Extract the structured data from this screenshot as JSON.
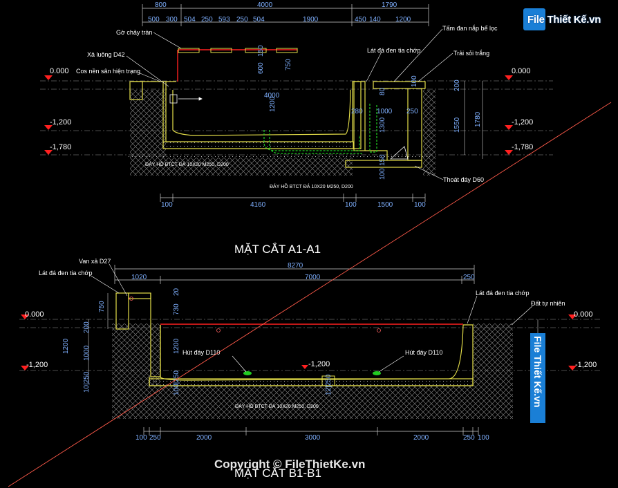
{
  "section_a": {
    "title": "MẶT CẮT A1-A1",
    "top_dims": {
      "d1": "800",
      "d2": "4000",
      "d3": "1790"
    },
    "second_dims": [
      "500",
      "300",
      "504",
      "250",
      "593",
      "250",
      "504",
      "1900",
      "450",
      "140",
      "1200"
    ],
    "levels": {
      "l0": "0.000",
      "l1": "-1,200",
      "l2": "-1,780",
      "r0": "0.000",
      "r1": "-1,200",
      "r2": "-1,780"
    },
    "labels": {
      "go_chay_tran": "Gờ chảy tràn",
      "xa_luong": "Xả luông D42",
      "cos_nen": "Cos nền sân hiện trạng",
      "lat_da": "Lát đá đen tia chớp",
      "tam_dan": "Tấm đan nắp bể lọc",
      "trai_soi": "Trải sỏi trắng",
      "thoat_day": "Thoát đáy D60",
      "day_ho_1": "ĐÁY HỒ BTCT ĐÁ 10X20 M250, D200",
      "day_ho_2": "ĐÁY HỒ BTCT ĐÁ 10X20 M250, D200"
    },
    "inner_dims": {
      "v150": "150",
      "v600": "600",
      "v750": "750",
      "v4000": "4000",
      "v1200": "1200",
      "v280": "280",
      "v1000": "1000",
      "v250": "250",
      "v80": "80",
      "v100": "100",
      "v1300": "1300",
      "v1550": "1550",
      "v1780": "1780",
      "v200": "200",
      "v100b": "100",
      "v150b": "150"
    },
    "bottom_dims": [
      "100",
      "4160",
      "100",
      "1500",
      "100"
    ]
  },
  "section_b": {
    "title": "MẶT CẮT B1-B1",
    "top_dims": {
      "total": "8270",
      "d1": "1020",
      "d2": "7000",
      "d3": "250"
    },
    "levels": {
      "l0": "0.000",
      "l1": "-1,200",
      "r0": "0.000",
      "r1": "-1,200",
      "mid": "-1,200"
    },
    "labels": {
      "van_xa": "Van xả D27",
      "lat_da_left": "Lát đá đen tia chớp",
      "lat_da_right": "Lát đá đen tia chớp",
      "dat_tu_nhien": "Đất tự nhiên",
      "hut_day_1": "Hút đáy D110",
      "hut_day_2": "Hút đáy D110",
      "day_ho": "ĐÁY HỒ BTCT ĐÁ 10X20 M250, D200"
    },
    "left_dims": {
      "v750": "750",
      "v200": "200",
      "v1200": "1200",
      "v1000": "1000",
      "v10250": "10|250"
    },
    "inner_dims": {
      "v730": "730",
      "v20": "20",
      "v1200": "1200",
      "v100_250": "100|250",
      "v12_250": "12|250",
      "r1200": "1200"
    },
    "bottom_dims": [
      "100",
      "250",
      "2000",
      "3000",
      "2000",
      "250",
      "100"
    ]
  },
  "watermark": {
    "text": "Copyright © FileThietKe.vn",
    "logo": "File Thiết Kế.vn"
  },
  "colors": {
    "background": "#000000",
    "wall": "#e6e04a",
    "dimension": "#7fb0ff",
    "level_marker": "#ff2020",
    "pipe": "#22cc22",
    "cut_line": "#ff5a4a"
  }
}
